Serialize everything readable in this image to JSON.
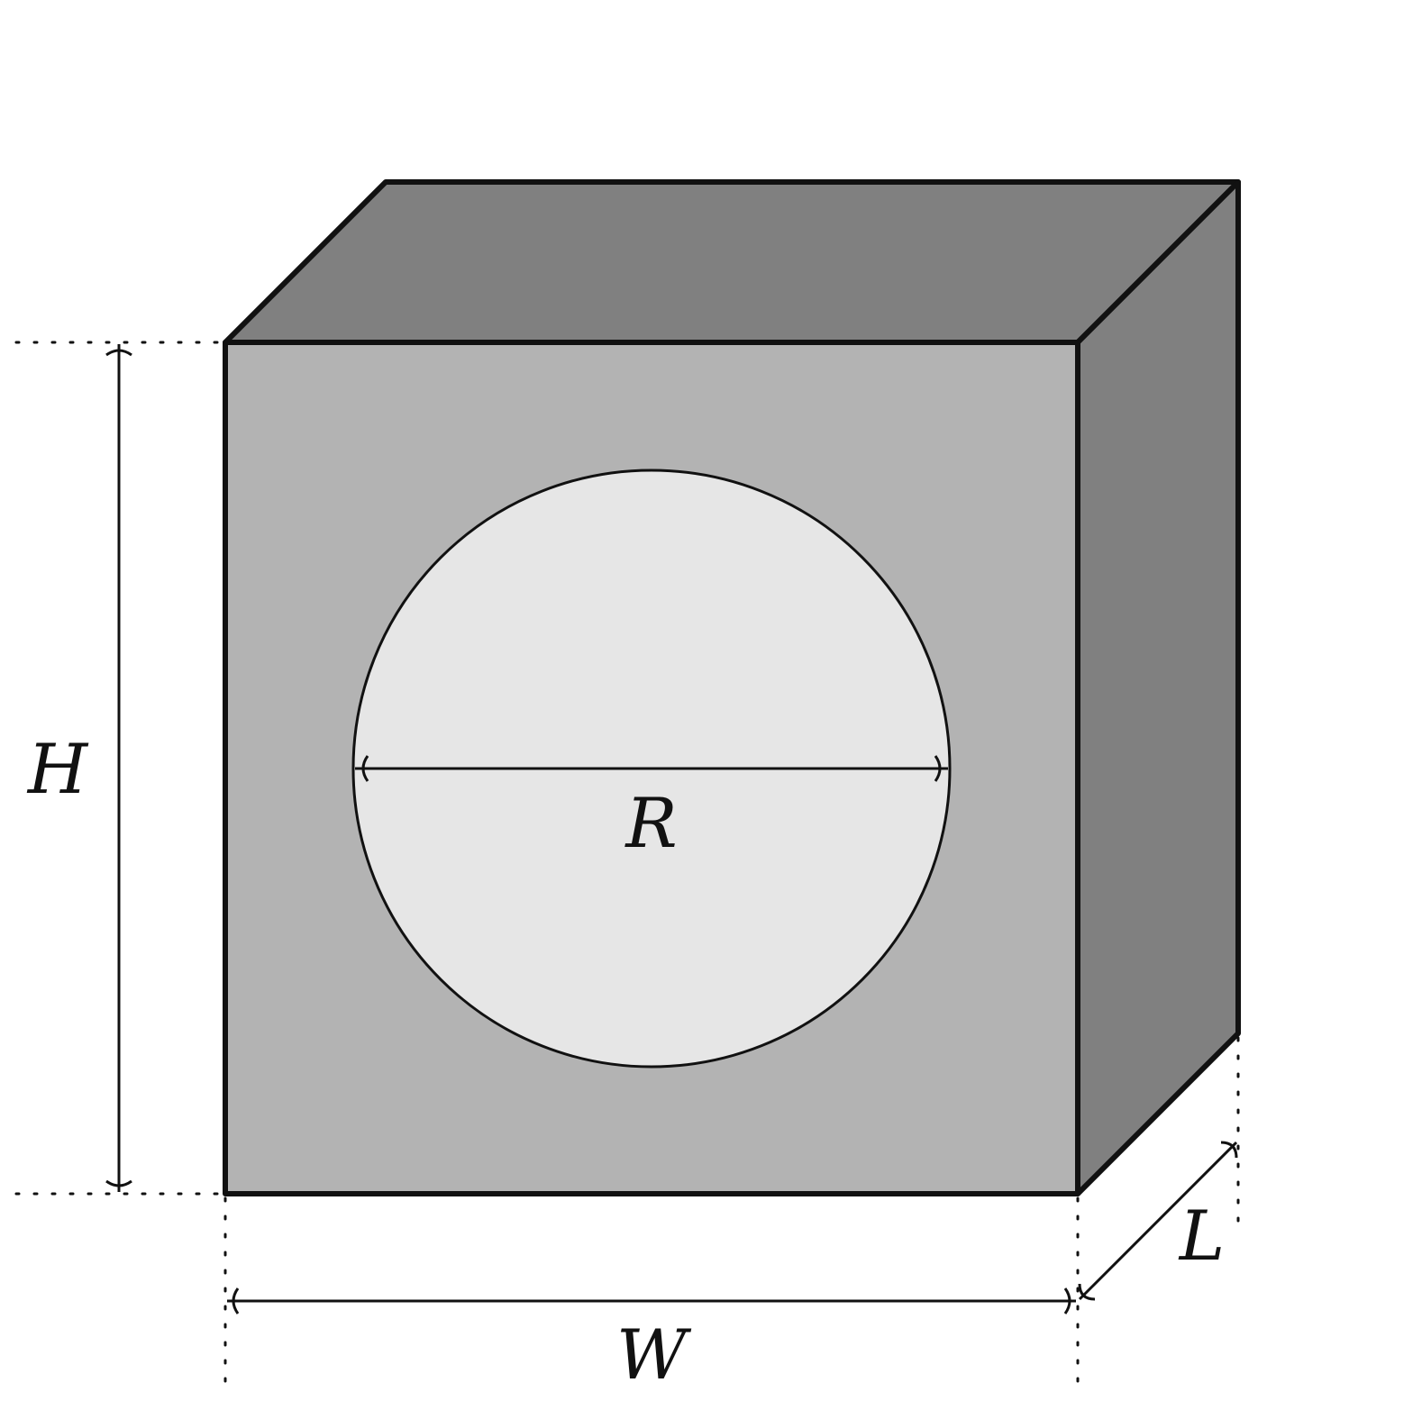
{
  "labels": {
    "height": "H",
    "width": "W",
    "length": "L",
    "diameter": "R"
  },
  "colors": {
    "front_face": "#b3b3b3",
    "side_faces": "#808080",
    "hole": "#e6e6e6",
    "outline": "#111111"
  }
}
